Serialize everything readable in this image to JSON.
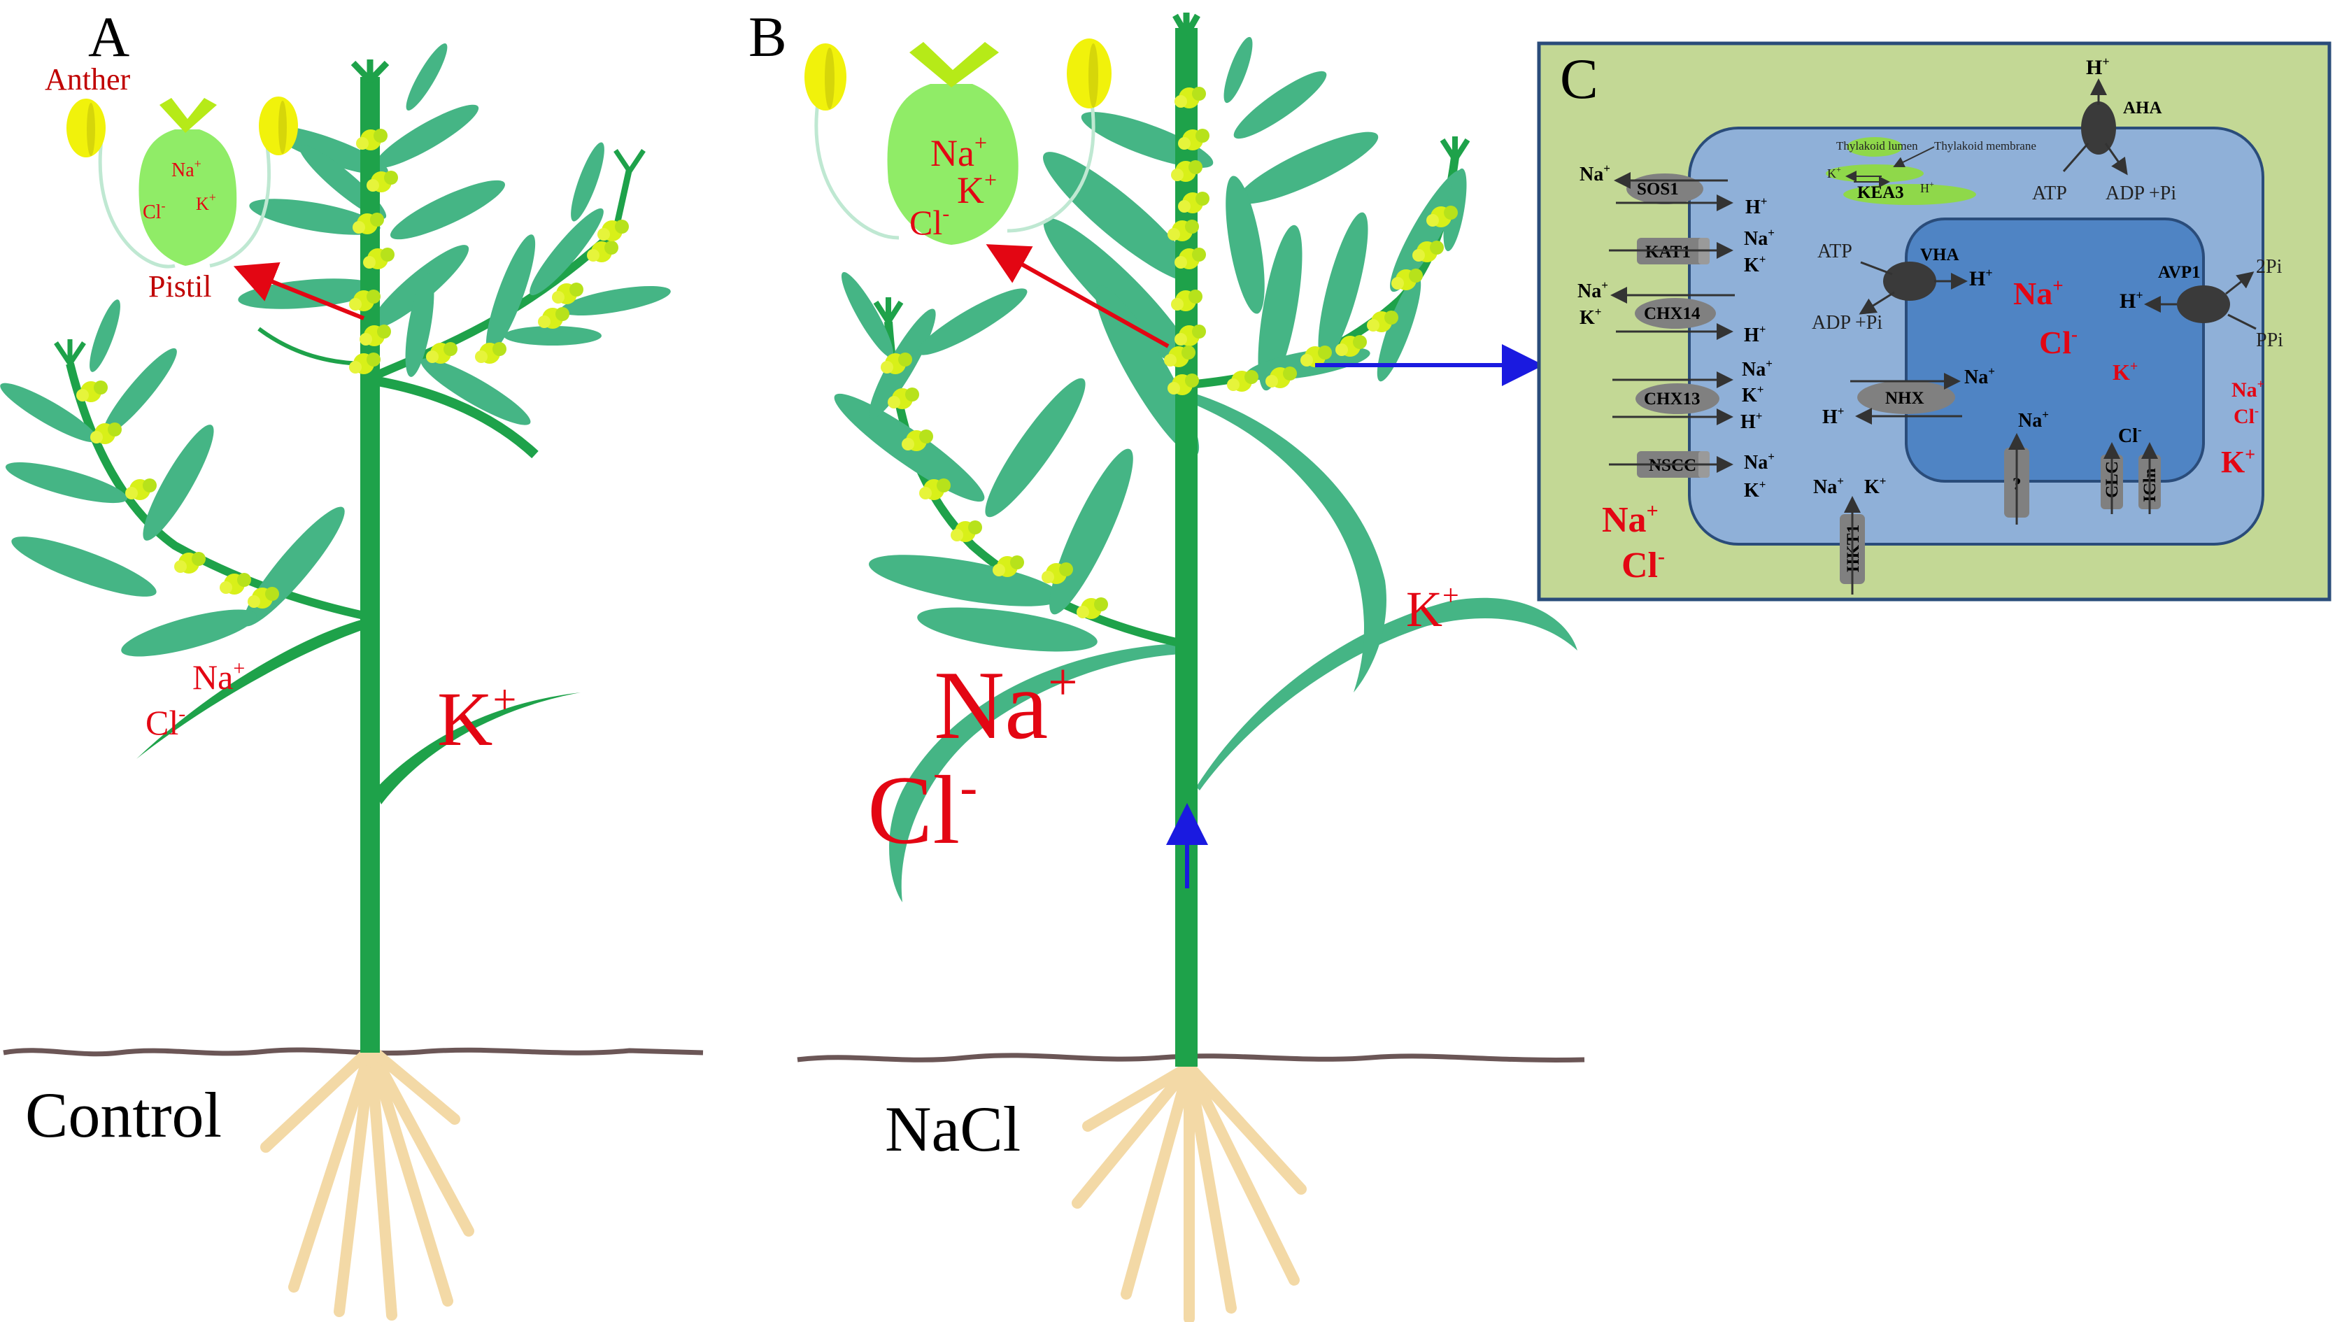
{
  "panelA": {
    "letter": "A",
    "condition": "Control",
    "flower": {
      "anther": "Anther",
      "pistil": "Pistil",
      "ions": [
        "Na+",
        "Cl-",
        "K+"
      ]
    },
    "ions_stem_na": "Na",
    "ions_stem_cl": "Cl",
    "ions_leaf_k": "K"
  },
  "panelB": {
    "letter": "B",
    "condition": "NaCl",
    "flower_ions": {
      "na": "Na",
      "k": "K",
      "cl": "Cl"
    },
    "big_na": "Na",
    "big_cl": "Cl",
    "leaf_k": "K"
  },
  "panelC": {
    "letter": "C",
    "ions": {
      "na": "Na",
      "k": "K",
      "cl": "Cl",
      "h": "H",
      "plus": "+",
      "minus": "-"
    },
    "transporters": {
      "sos1": "SOS1",
      "kat1": "KAT1",
      "chx14": "CHX14",
      "chx13": "CHX13",
      "nscc": "NSCC",
      "hkt1": "HKT1",
      "aha": "AHA",
      "kea3": "KEA3",
      "vha": "VHA",
      "avp1": "AVP1",
      "nhx": "NHX",
      "clc": "CLC",
      "icln": "ICln",
      "unknown": "?"
    },
    "energy": {
      "atp": "ATP",
      "adp_pi": "ADP +Pi",
      "two_pi": "2Pi",
      "ppi": "PPi"
    },
    "thylakoid": {
      "lumen": "Thylakoid  lumen",
      "membrane": "Thylakoid  membrane"
    }
  },
  "colors": {
    "stem": "#1ea24a",
    "leaf": "#45b585",
    "flower": "#d8f019",
    "ion_red": "#e30613",
    "extracellular": "#c3d895",
    "cytoplasm": "#8fb0d8",
    "vacuole": "#4f84c4",
    "arrow_blue": "#1a1ae0",
    "soil": "#6b5656",
    "root": "#f3d9a6"
  }
}
